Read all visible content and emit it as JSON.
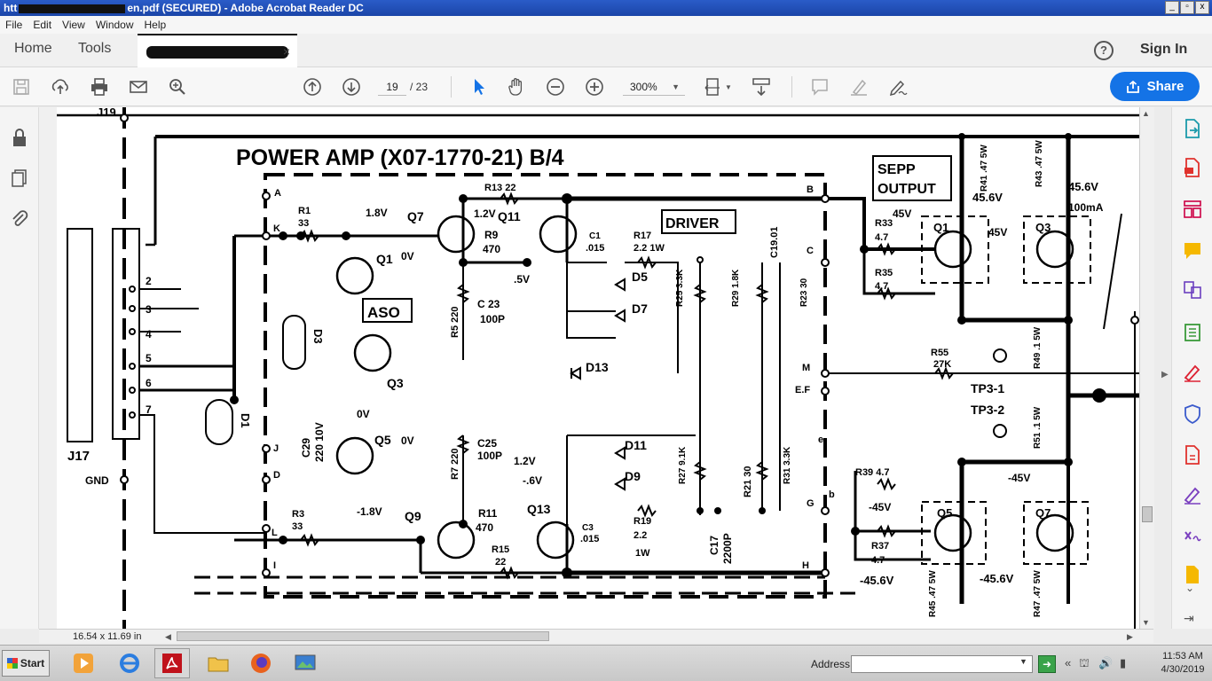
{
  "window": {
    "title_prefix": "htt",
    "title_suffix": "en.pdf (SECURED) - Adobe Acrobat Reader DC",
    "min_label": "_",
    "max_label": "▫",
    "close_label": "x"
  },
  "menu": [
    "File",
    "Edit",
    "View",
    "Window",
    "Help"
  ],
  "tabs": {
    "home": "Home",
    "tools": "Tools",
    "close": "×"
  },
  "help_label": "?",
  "sign_in": "Sign In",
  "toolbar": {
    "page_current": "19",
    "page_total": "/ 23",
    "zoom": "300%",
    "share": "Share"
  },
  "status": {
    "page_size": "16.54 x 11.69 in"
  },
  "schematic": {
    "title": "POWER AMP (X07-1770-21) B/4",
    "labels": {
      "j19": "J19",
      "j17": "J17",
      "gnd": "GND",
      "p2": "2",
      "p3": "3",
      "p4": "4",
      "p5": "5",
      "p6": "6",
      "p7": "7",
      "a": "A",
      "b": "B",
      "c": "C",
      "k": "K",
      "j": "J",
      "d": "D",
      "l": "L",
      "i": "I",
      "h": "H",
      "m": "M",
      "ef": "E.F",
      "g": "G",
      "r1": "R1",
      "r1v": "33",
      "r3": "R3",
      "r3v": "33",
      "r13": "R13  22",
      "r9": "R9",
      "r9v": "470",
      "r5": "R5 220",
      "r7": "R7 220",
      "c23": "C 23",
      "c23v": "100P",
      "c25": "C25",
      "c25v": "100P",
      "r11": "R11",
      "r11v": "470",
      "r15": "R15",
      "r15v": "22",
      "q7": "Q7",
      "q11": "Q11",
      "q1": "Q1",
      "q3": "Q3",
      "q5": "Q5",
      "q9": "Q9",
      "q13": "Q13",
      "v18": "1.8V",
      "v12": "1.2V",
      "v0a": "0V",
      "v5": ".5V",
      "v0b": "0V",
      "v0c": "0V",
      "vm18": "-1.8V",
      "v12b": "1.2V",
      "vm6": "-.6V",
      "aso": "ASO",
      "d3": "D3",
      "d1": "D1",
      "c29": "C29",
      "c29v": "220 10V",
      "driver": "DRIVER",
      "c1": "C1",
      "c1v": ".015",
      "r17": "R17",
      "r17v": "2.2  1W",
      "d5": "D5",
      "d7": "D7",
      "d13": "D13",
      "d11": "D11",
      "d9": "D9",
      "c19": "C19.01",
      "r25": "R25 3.3K",
      "r29": "R29 1.8K",
      "r23": "R23 30",
      "r27": "R27 9.1K",
      "r21": "R21 30",
      "r31": "R31 3.3K",
      "c17": "C17",
      "c17v": "2200P",
      "c3": "C3",
      "c3v": ".015",
      "r19": "R19",
      "r19v": "2.2",
      "r19w": "1W",
      "sepp1": "SEPP",
      "sepp2": "OUTPUT",
      "r41": "R41 .47 5W",
      "r43": "R43 .47 5W",
      "v456a": "45.6V",
      "v456b": "45.6V",
      "ma100": "100mA",
      "r33": "R33",
      "r33v": "4.7",
      "v45a": "45V",
      "v45b": "45V",
      "q1b": "Q1",
      "q3b": "Q3",
      "r35": "R35",
      "r35v": "4.7",
      "r55": "R55",
      "r55v": "27K",
      "r49": "R49 .1 5W",
      "tp31": "TP3-1",
      "tp32": "TP3-2",
      "r51": "R51 .1 5W",
      "r39": "R39  4.7",
      "vm45a": "-45V",
      "vm45b": "-45V",
      "q5b": "Q5",
      "q7b": "Q7",
      "r37": "R37",
      "r37v": "4.7",
      "vm456a": "-45.6V",
      "vm456b": "-45.6V",
      "r45": "R45 .47 5W",
      "r47": "R47 .47 5W",
      "e": "e",
      "bb": "b"
    }
  },
  "taskbar": {
    "start": "Start",
    "address": "Address",
    "time": "11:53 AM",
    "date": "4/30/2019"
  }
}
